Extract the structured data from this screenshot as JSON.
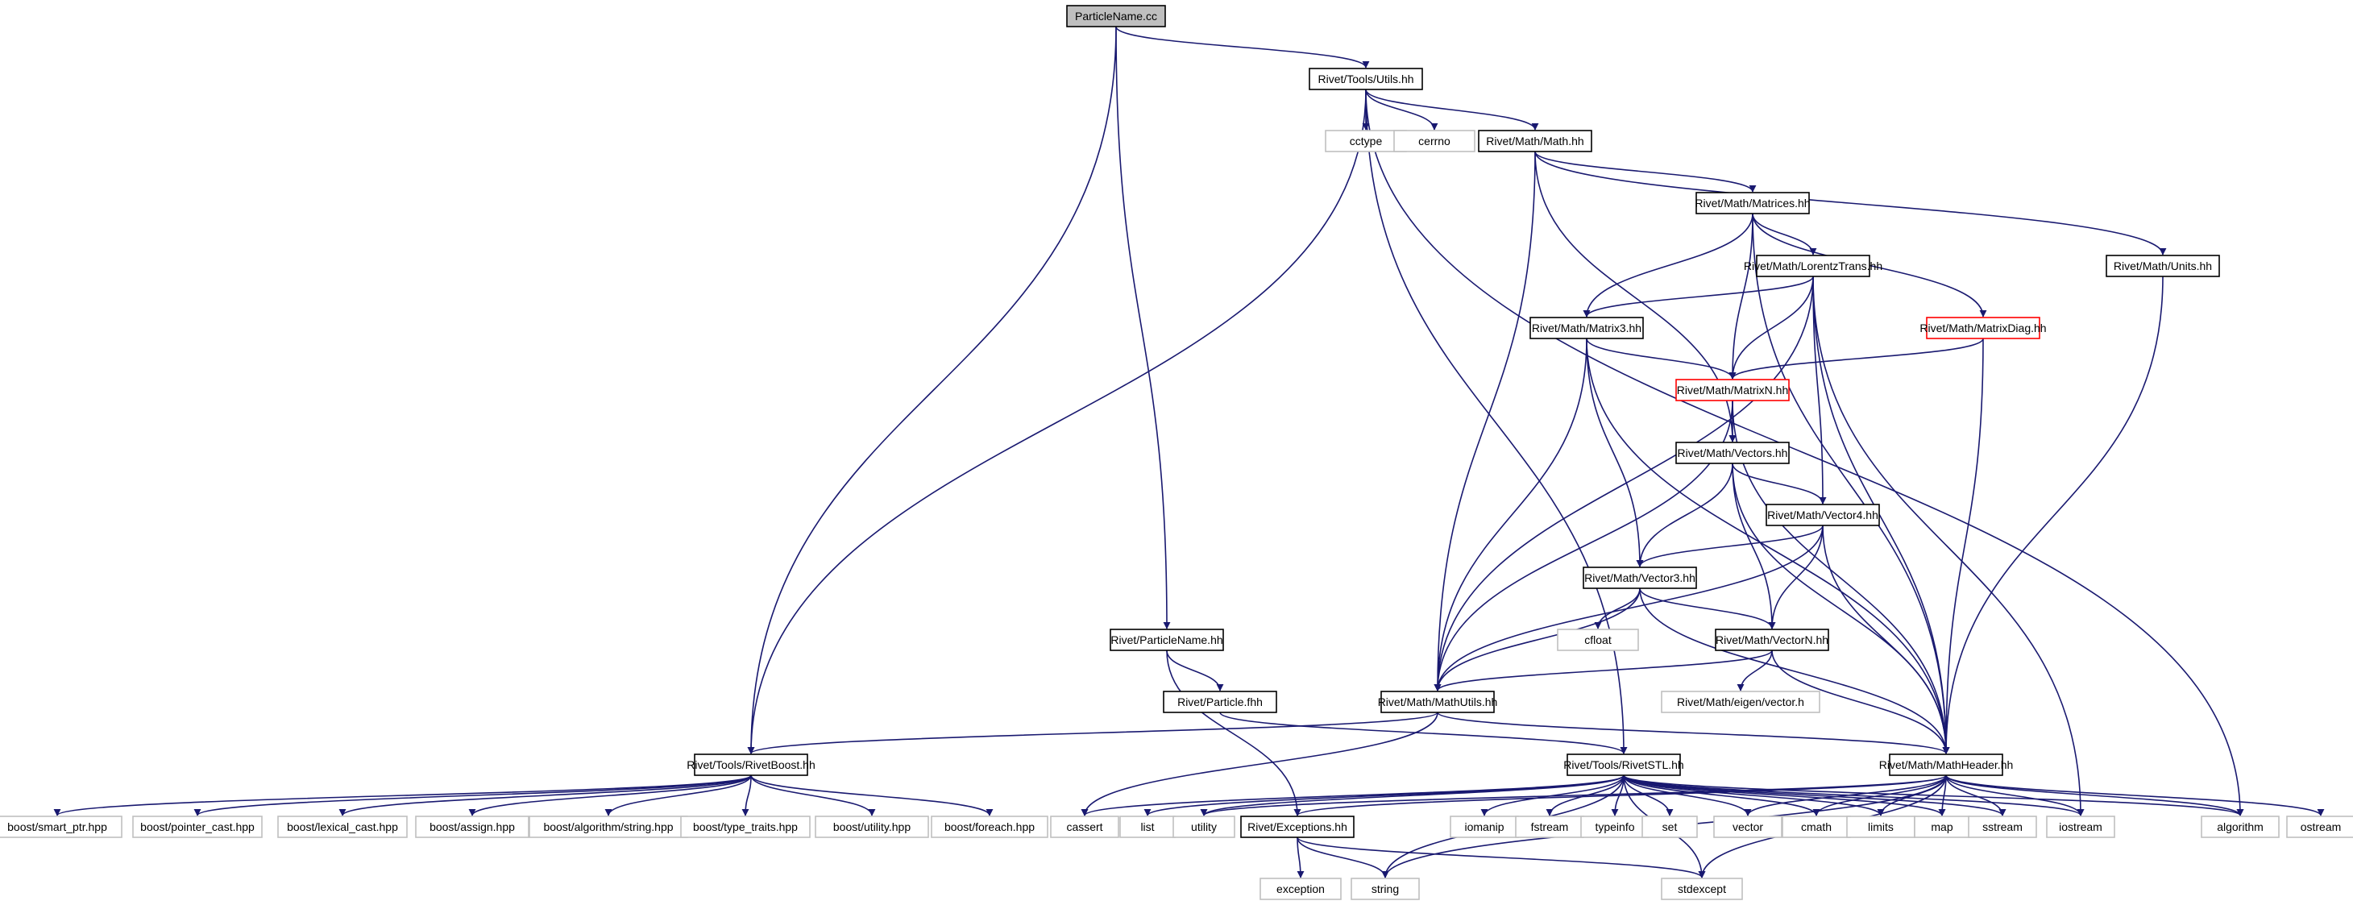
{
  "colors": {
    "edge": "#191970",
    "border_normal": "#000000",
    "border_missing": "#bfbfbf",
    "border_truncated": "#ff0000",
    "fill_root": "#bfbfbf",
    "fill_normal": "#ffffff"
  },
  "nodes": {
    "root": "ParticleName.cc",
    "utils": "Rivet/Tools/Utils.hh",
    "cctype": "cctype",
    "cerrno": "cerrno",
    "mathhh": "Rivet/Math/Math.hh",
    "matrices": "Rivet/Math/Matrices.hh",
    "units": "Rivet/Math/Units.hh",
    "lorentz": "Rivet/Math/LorentzTrans.hh",
    "matrixdiag": "Rivet/Math/MatrixDiag.hh",
    "matrix3": "Rivet/Math/Matrix3.hh",
    "matrixn": "Rivet/Math/MatrixN.hh",
    "vectors": "Rivet/Math/Vectors.hh",
    "vector4": "Rivet/Math/Vector4.hh",
    "vector3": "Rivet/Math/Vector3.hh",
    "cfloat": "cfloat",
    "vectorn": "Rivet/Math/VectorN.hh",
    "eigen": "Rivet/Math/eigen/vector.h",
    "pname": "Rivet/ParticleName.hh",
    "pfhh": "Rivet/Particle.fhh",
    "mathutils": "Rivet/Math/MathUtils.hh",
    "rivetboost": "Rivet/Tools/RivetBoost.hh",
    "rivetstl": "Rivet/Tools/RivetSTL.hh",
    "mathheader": "Rivet/Math/MathHeader.hh",
    "smartptr": "boost/smart_ptr.hpp",
    "pointercast": "boost/pointer_cast.hpp",
    "lexicalcast": "boost/lexical_cast.hpp",
    "assign": "boost/assign.hpp",
    "algostring": "boost/algorithm/string.hpp",
    "typetraits": "boost/type_traits.hpp",
    "utilityhpp": "boost/utility.hpp",
    "foreach": "boost/foreach.hpp",
    "cassert": "cassert",
    "list": "list",
    "utility": "utility",
    "exceptions": "Rivet/Exceptions.hh",
    "iomanip": "iomanip",
    "fstream": "fstream",
    "typeinfo": "typeinfo",
    "set": "set",
    "vector": "vector",
    "cmath": "cmath",
    "limits": "limits",
    "map": "map",
    "sstream": "sstream",
    "iostream": "iostream",
    "algorithm": "algorithm",
    "ostream": "ostream",
    "exception": "exception",
    "string": "string",
    "stdexcept": "stdexcept"
  }
}
